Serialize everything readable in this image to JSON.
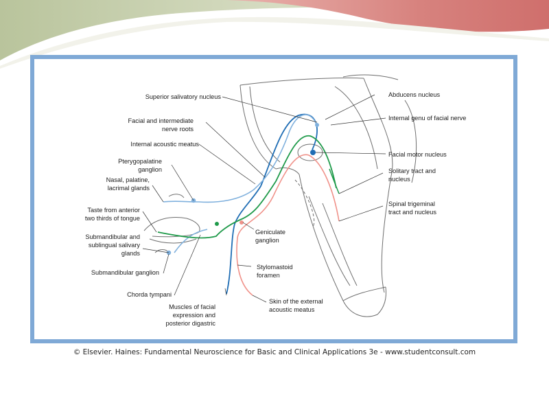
{
  "colors": {
    "frame_border": "#7fa9d6",
    "nerve_blue_dark": "#1f6db4",
    "nerve_blue_light": "#7fb0dd",
    "nerve_green": "#1f9a4a",
    "nerve_pink": "#f0928a",
    "banner_sage": "#c9d1b2",
    "banner_rose": "#d98a86"
  },
  "labels": {
    "superior_salivatory_nucleus": "Superior salivatory nucleus",
    "facial_intermediate_line1": "Facial and intermediate",
    "facial_intermediate_line2": "nerve roots",
    "internal_acoustic_meatus": "Internal acoustic meatus",
    "pterygopalatine_line1": "Pterygopalatine",
    "pterygopalatine_line2": "ganglion",
    "nasal_line1": "Nasal, palatine,",
    "nasal_line2": "lacrimal glands",
    "taste_line1": "Taste from anterior",
    "taste_line2": "two thirds of tongue",
    "submandibular_line1": "Submandibular and",
    "submandibular_line2": "sublingual salivary",
    "submandibular_line3": "glands",
    "submandibular_ganglion": "Submandibular ganglion",
    "chorda_tympani": "Chorda tympani",
    "muscles_line1": "Muscles of facial",
    "muscles_line2": "expression and",
    "muscles_line3": "posterior digastric",
    "abducens_nucleus": "Abducens nucleus",
    "internal_genu": "Internal genu of facial nerve",
    "facial_motor_nucleus": "Facial motor nucleus",
    "solitary_line1": "Solitary tract and",
    "solitary_line2": "nucleus",
    "spinal_trigeminal_line1": "Spinal trigeminal",
    "spinal_trigeminal_line2": "tract and nucleus",
    "geniculate_line1": "Geniculate",
    "geniculate_line2": "ganglion",
    "stylomastoid_line1": "Stylomastoid",
    "stylomastoid_line2": "foramen",
    "skin_line1": "Skin of the external",
    "skin_line2": "acoustic meatus"
  },
  "caption": "© Elsevier. Haines: Fundamental Neuroscience for Basic and Clinical Applications 3e - www.studentconsult.com"
}
